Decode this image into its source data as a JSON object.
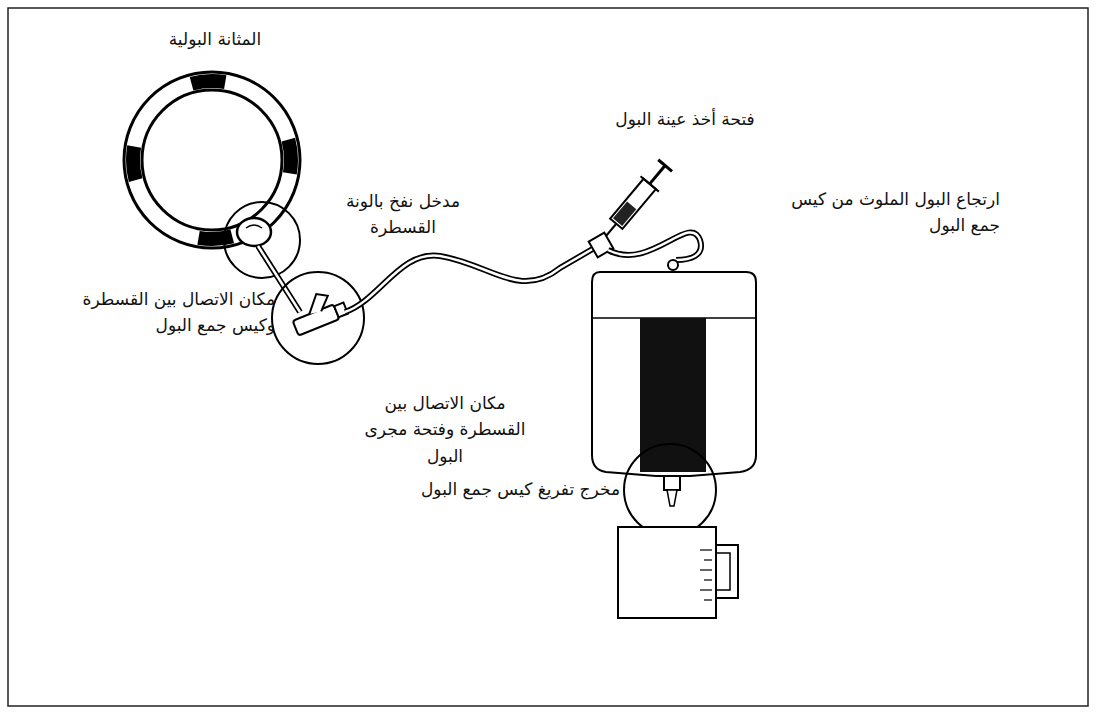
{
  "diagram": {
    "labels": [
      "المثانة البولية",
      "فتحة أخذ عينة البول",
      "مدخل نفخ بالونة القسطرة",
      "مكان الاتصال بين القسطرة وكيس جمع البول",
      "ارتجاع البول الملوث من كيس جمع البول",
      "مكان الاتصال بين القسطرة وفتحة مجرى البول",
      "مخرج تفريغ كيس جمع البول"
    ]
  }
}
